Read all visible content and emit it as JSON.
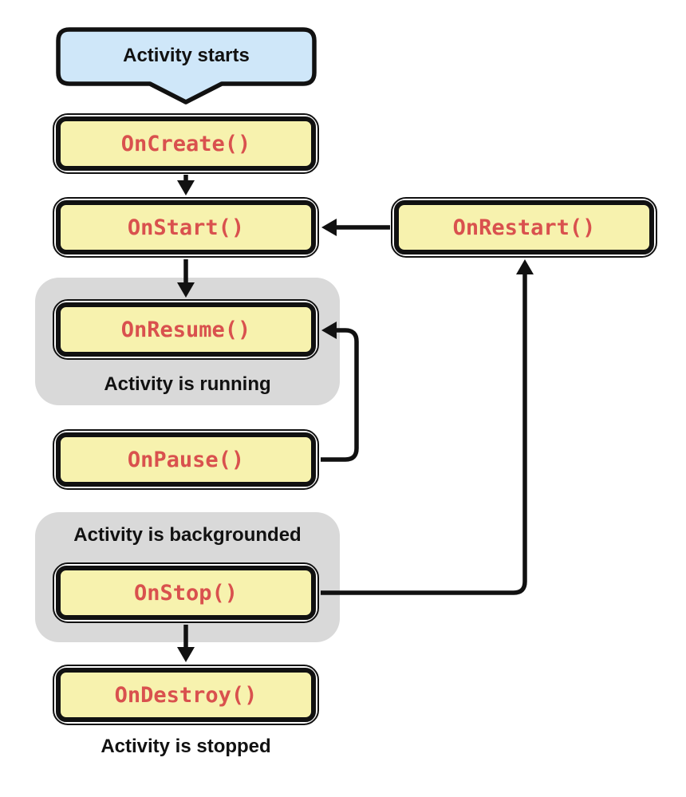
{
  "diagram": {
    "type": "flowchart",
    "start": {
      "label": "Activity starts"
    },
    "nodes": {
      "oncreate": "OnCreate()",
      "onstart": "OnStart()",
      "onrestart": "OnRestart()",
      "onresume": "OnResume()",
      "onpause": "OnPause()",
      "onstop": "OnStop()",
      "ondestroy": "OnDestroy()"
    },
    "groups": {
      "running": "Activity is running",
      "backgrounded": "Activity is backgrounded"
    },
    "captions": {
      "stopped": "Activity is stopped"
    },
    "edges": [
      {
        "from": "Activity starts",
        "to": "OnCreate()"
      },
      {
        "from": "OnCreate()",
        "to": "OnStart()"
      },
      {
        "from": "OnStart()",
        "to": "OnResume()"
      },
      {
        "from": "OnPause()",
        "to": "OnResume()"
      },
      {
        "from": "OnStop()",
        "to": "OnRestart()"
      },
      {
        "from": "OnRestart()",
        "to": "OnStart()"
      },
      {
        "from": "OnStop()",
        "to": "OnDestroy()"
      }
    ],
    "colors": {
      "start_fill": "#cfe7f9",
      "node_fill": "#f7f2ae",
      "node_text": "#d9514e",
      "group_fill": "#d9d9d9",
      "line": "#111111",
      "background": "#ffffff"
    }
  }
}
